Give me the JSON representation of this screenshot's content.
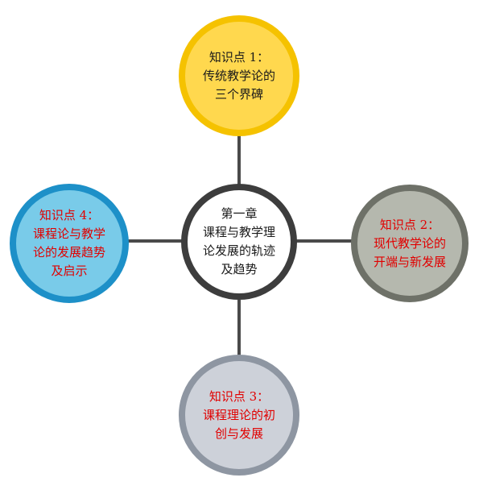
{
  "diagram": {
    "center": {
      "lines": [
        "第一章",
        "课程与教学理",
        "论发展的轨迹",
        "及趋势"
      ],
      "fill": "#ffffff",
      "ring": "#3d3d3d",
      "text_color": "#1a1a1a"
    },
    "top": {
      "lines": [
        "知识点 1：",
        "传统教学论的",
        "三个界碑"
      ],
      "fill": "#ffd84e",
      "ring": "#f5c200",
      "text_color": "#1a1a1a"
    },
    "right": {
      "lines": [
        "知识点 2：",
        "现代教学论的",
        "开端与新发展"
      ],
      "fill": "#b5b8ae",
      "ring": "#6e7168",
      "text_color": "#e10000"
    },
    "bottom": {
      "lines": [
        "知识点 3：",
        "课程理论的初",
        "创与发展"
      ],
      "fill": "#cdd1d9",
      "ring": "#8e96a2",
      "text_color": "#e10000"
    },
    "left": {
      "lines": [
        "知识点 4：",
        "课程论与教学",
        "论的发展趋势",
        "及启示"
      ],
      "fill": "#79cbe9",
      "ring": "#1d90c8",
      "text_color": "#e10000"
    },
    "connector_color": "#4a4a4a"
  }
}
